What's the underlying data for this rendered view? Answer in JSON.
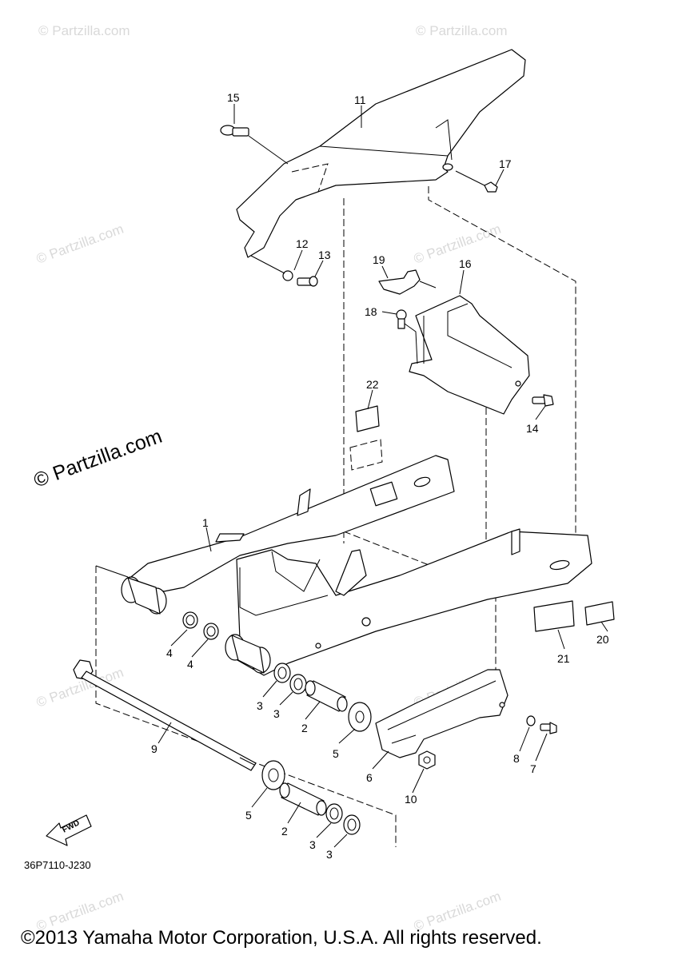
{
  "watermarks": {
    "text": "© Partzilla.com",
    "prominent": "© Partzilla.com"
  },
  "diagram_code": "36P7110-J230",
  "fwd_label": "FWD",
  "copyright": "©2013 Yamaha Motor Corporation, U.S.A. All rights reserved.",
  "callouts": [
    {
      "id": "c15",
      "text": "15"
    },
    {
      "id": "c11",
      "text": "11"
    },
    {
      "id": "c17",
      "text": "17"
    },
    {
      "id": "c12",
      "text": "12"
    },
    {
      "id": "c13",
      "text": "13"
    },
    {
      "id": "c19",
      "text": "19"
    },
    {
      "id": "c16",
      "text": "16"
    },
    {
      "id": "c18",
      "text": "18"
    },
    {
      "id": "c22",
      "text": "22"
    },
    {
      "id": "c14",
      "text": "14"
    },
    {
      "id": "c1",
      "text": "1"
    },
    {
      "id": "c4a",
      "text": "4"
    },
    {
      "id": "c4b",
      "text": "4"
    },
    {
      "id": "c20",
      "text": "20"
    },
    {
      "id": "c21",
      "text": "21"
    },
    {
      "id": "c3a",
      "text": "3"
    },
    {
      "id": "c3b",
      "text": "3"
    },
    {
      "id": "c2a",
      "text": "2"
    },
    {
      "id": "c9",
      "text": "9"
    },
    {
      "id": "c5a",
      "text": "5"
    },
    {
      "id": "c6",
      "text": "6"
    },
    {
      "id": "c8",
      "text": "8"
    },
    {
      "id": "c7",
      "text": "7"
    },
    {
      "id": "c10",
      "text": "10"
    },
    {
      "id": "c5b",
      "text": "5"
    },
    {
      "id": "c2b",
      "text": "2"
    },
    {
      "id": "c3c",
      "text": "3"
    },
    {
      "id": "c3d",
      "text": "3"
    }
  ]
}
